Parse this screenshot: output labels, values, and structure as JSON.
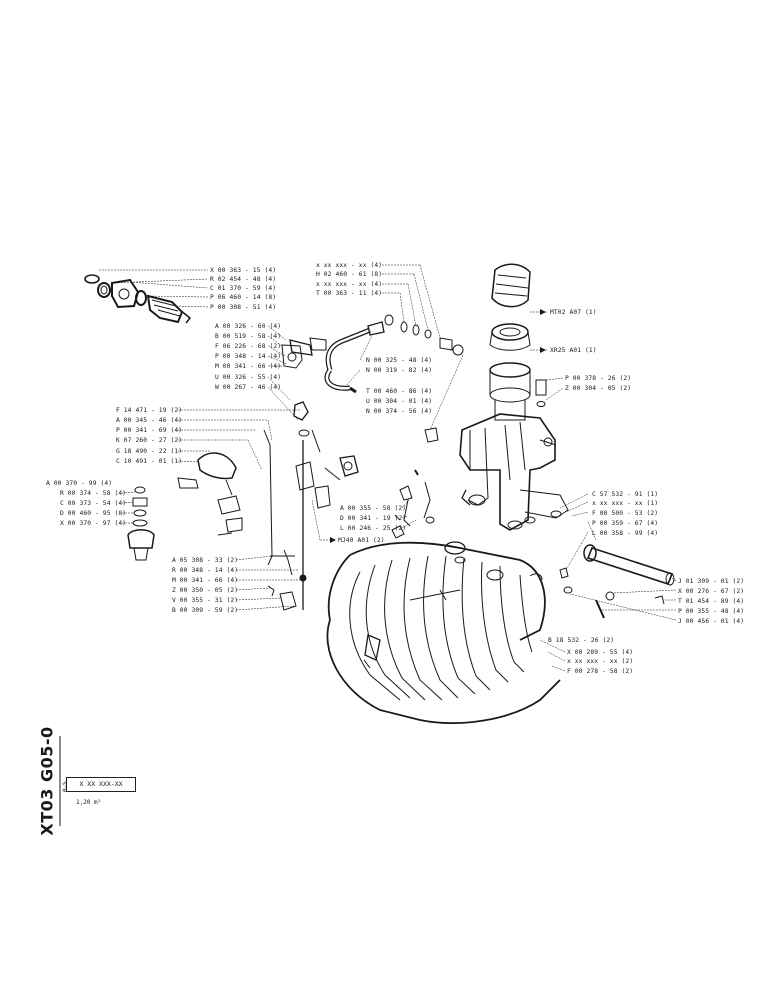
{
  "sheet": {
    "code": "XT03 G05-0",
    "ref_box": "X XX  XXX-XX",
    "area": "1,20 m²",
    "note": "0-%"
  },
  "labels": {
    "top_left": [
      "X 00 363 - 15 (4)",
      "R 02 454 - 48 (4)",
      "C 01 370 - 59 (4)",
      "P 06 460 - 14 (8)",
      "P 00 308 - 51 (4)"
    ],
    "top_mid": [
      "x xx xxx - xx (4)",
      "H 02 460 - 61 (8)",
      "x xx xxx - xx (4)",
      "T 00 363 - 11 (4)"
    ],
    "mid_left": [
      "A 00 326 - 60 (4)",
      "B 00 519 - 58 (4)",
      "F 06 226 - 68 (2)",
      "P 00 348 - 14 (4)",
      "M 00 341 - 66 (4)",
      "U 00 326 - 55 (4)",
      "W 00 267 - 46 (4)"
    ],
    "mid_center": [
      "N 00 325 - 48 (4)",
      "N 00 319 - 82 (4)"
    ],
    "mid_center2": [
      "T 00 460 - 86 (4)",
      "U 00 304 - 01 (4)",
      "N 00 374 - 56 (4)"
    ],
    "right_top": [
      "MT02  A07 (1)",
      "XR25  A01 (1)"
    ],
    "right_mid": [
      "P 00 378 - 26 (2)",
      "Z 00 304 - 05 (2)"
    ],
    "left_group": [
      "F 14 471 - 19 (2)",
      "A 00 345 - 46 (4)",
      "P 00 341 - 69 (4)",
      "K 07 260 - 27 (2)",
      "G 18 490 - 22 (1)",
      "C 10 491 - 01 (1)"
    ],
    "far_left": [
      "A 00 370 - 99 (4)",
      "R 00 374 - 58 (4)",
      "C 00 373 - 54 (4)",
      "D 00 460 - 95 (8)",
      "X 00 370 - 97 (4)"
    ],
    "center_low": [
      "A 00 355 - 58 (2)",
      "D 00 341 - 19 (2)",
      "L 00 246 - 25 (2)",
      "MJ40  A01 (2)"
    ],
    "right_group": [
      "C 57 532 - 91 (1)",
      "x xx xxx - xx (1)",
      "F 00 500 - 53 (2)",
      "P 00 359 - 67 (4)",
      "L 00 358 - 99 (4)"
    ],
    "right_low": [
      "J 01 309 - 01 (2)",
      "X 00 276 - 67 (2)",
      "T 01 454 - 89 (4)",
      "P 00 355 - 48 (4)",
      "J 00 456 - 01 (4)"
    ],
    "bottom_left": [
      "A 05 308 - 33 (2)",
      "R 00 348 - 14 (4)",
      "M 00 341 - 66 (4)",
      "Z 00 350 - 05 (2)",
      "V 00 355 - 31 (2)",
      "B 00 309 - 59 (2)"
    ],
    "bottom_right": [
      "B 18 532 - 26 (2)",
      "X 00 289 - 55 (4)",
      "x xx xxx - xx (2)",
      "F 00 278 - 58 (2)"
    ]
  }
}
